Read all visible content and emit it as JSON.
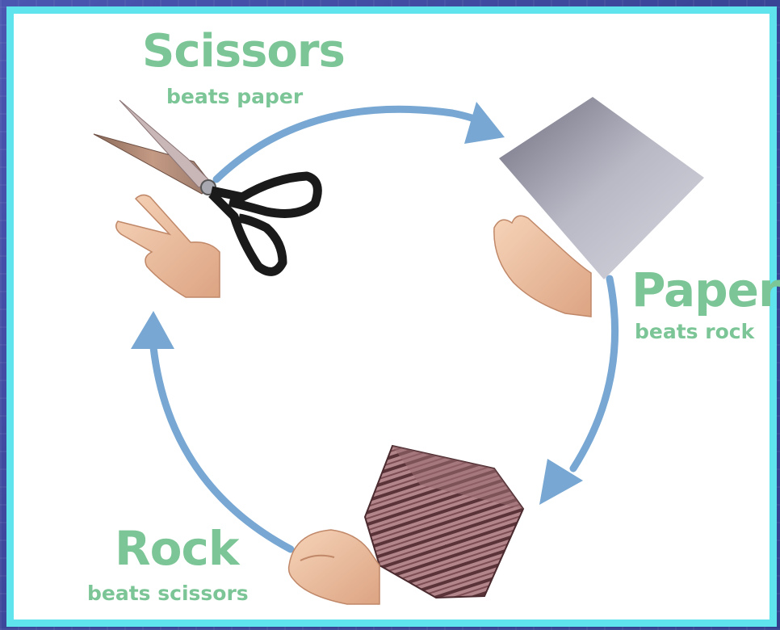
{
  "nodes": [
    {
      "id": "scissors",
      "title": "Scissors",
      "caption": "beats paper"
    },
    {
      "id": "paper",
      "title": "Paper",
      "caption": "beats rock"
    },
    {
      "id": "rock",
      "title": "Rock",
      "caption": "beats scissors"
    }
  ],
  "colors": {
    "background": "#3a4aa0",
    "frame_border": "#5fe4ee",
    "canvas": "#ffffff",
    "label_green": "#7bc596",
    "arrow_blue": "#77a7d2"
  },
  "icons": [
    "scissors-icon",
    "paper-sheet-icon",
    "rock-icon",
    "hand-scissors-icon",
    "hand-paper-icon",
    "hand-fist-icon"
  ]
}
